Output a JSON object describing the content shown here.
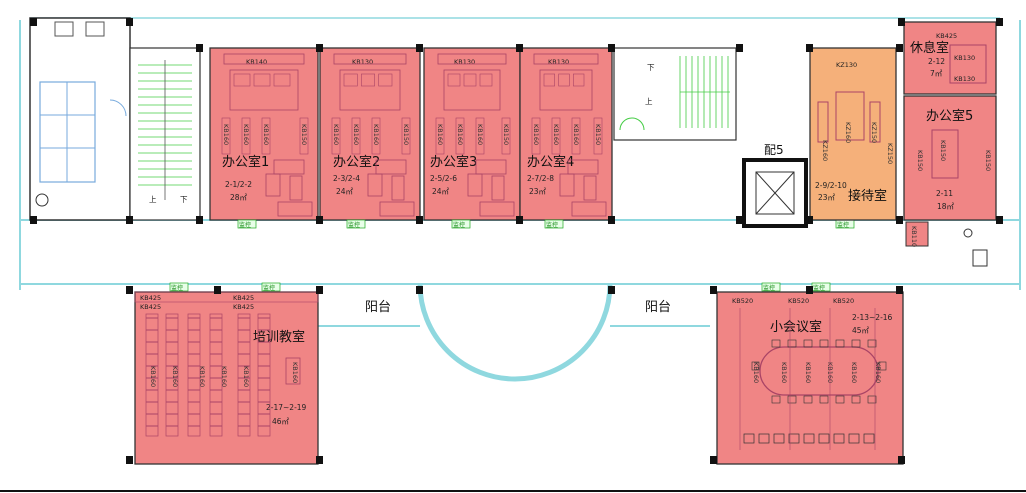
{
  "palette": {
    "office": "#f08585",
    "reception": "#f5b07a",
    "glass": "#8fd8df",
    "wall": "#111111",
    "green": "#22aa22"
  },
  "rooms": {
    "office1": {
      "name": "办公室1",
      "code": "2-1/2-2",
      "area": "28㎡",
      "top_label": "KB140"
    },
    "office2": {
      "name": "办公室2",
      "code": "2-3/2-4",
      "area": "24㎡",
      "top_label": "KB130"
    },
    "office3": {
      "name": "办公室3",
      "code": "2-5/2-6",
      "area": "24㎡",
      "top_label": "KB130"
    },
    "office4": {
      "name": "办公室4",
      "code": "2-7/2-8",
      "area": "23㎡",
      "top_label": "KB130"
    },
    "reception": {
      "name": "接待室",
      "code": "2-9/2-10",
      "area": "23㎡",
      "top_label": "KZ130"
    },
    "rest": {
      "name": "休息室",
      "code": "2-12",
      "area": "7㎡",
      "top_label": "KB425",
      "label_b": "KB130",
      "label_c": "KB130"
    },
    "office5": {
      "name": "办公室5",
      "code": "2-11",
      "area": "18㎡"
    },
    "training": {
      "name": "培训教室",
      "code": "2-17~2-19",
      "area": "46㎡",
      "label_a": "KB425",
      "label_b": "KB425",
      "label_c": "KB425",
      "label_d": "KB425"
    },
    "meeting": {
      "name": "小会议室",
      "code": "2-13~2-16",
      "area": "45㎡",
      "label_a": "KB520",
      "label_b": "KB520",
      "label_c": "KB520"
    }
  },
  "balconies": [
    "阳台",
    "阳台"
  ],
  "pei": "配5",
  "stairs": {
    "down": "下",
    "up": "上"
  },
  "furniture": {
    "kb160": "KB160",
    "kb150": "KB150",
    "kz160": "KZ160",
    "kz150": "KZ150",
    "kb110": "KB110"
  },
  "green_tag": "监控"
}
